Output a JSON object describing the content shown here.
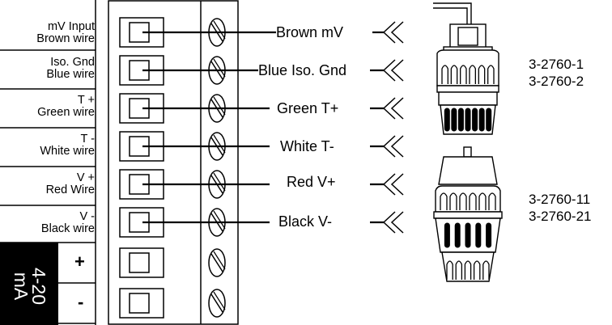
{
  "terminal_labels": [
    {
      "line1": "mV Input",
      "line2": "Brown wire"
    },
    {
      "line1": "Iso. Gnd",
      "line2": "Blue wire"
    },
    {
      "line1": "T +",
      "line2": "Green wire"
    },
    {
      "line1": "T -",
      "line2": "White wire"
    },
    {
      "line1": "V +",
      "line2": "Red Wire"
    },
    {
      "line1": "V -",
      "line2": "Black wire"
    }
  ],
  "loop_block": {
    "line1": "4-20",
    "line2": "mA",
    "plus": "+",
    "minus": "-"
  },
  "wire_labels": [
    "Brown mV",
    "Blue Iso. Gnd",
    "Green T+",
    "White T-",
    "Red V+",
    "Black V-"
  ],
  "part_numbers": {
    "top": [
      "3-2760-1",
      "3-2760-2"
    ],
    "bottom": [
      "3-2760-11",
      "3-2760-21"
    ]
  }
}
